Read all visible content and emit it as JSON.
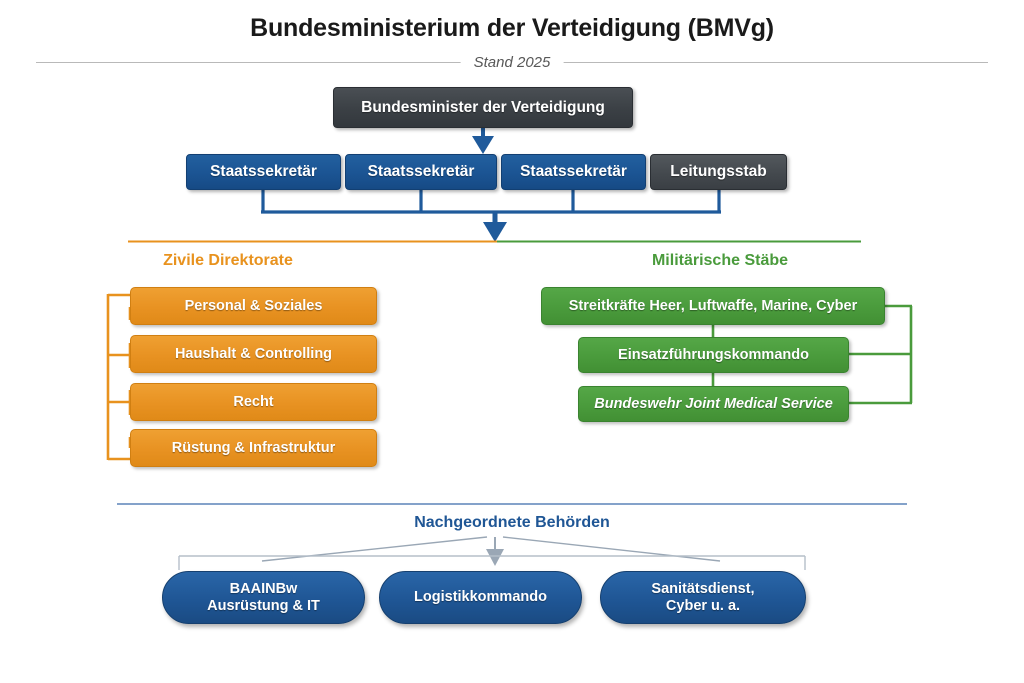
{
  "header": {
    "title": "Bundesministerium der Verteidigung (BMVg)",
    "subtitle": "Stand 2025"
  },
  "top": {
    "minister": "Bundesminister der Verteidigung",
    "second_row": [
      {
        "label": "Staatssekretär",
        "kind": "sek"
      },
      {
        "label": "Staatssekretär",
        "kind": "sek"
      },
      {
        "label": "Staatssekretär",
        "kind": "sek"
      },
      {
        "label": "Leitungsstab",
        "kind": "staff"
      }
    ]
  },
  "civil": {
    "heading": "Zivile Direktorate",
    "items": [
      {
        "label": "Personal & Soziales"
      },
      {
        "label": "Haushalt & Controlling"
      },
      {
        "label": "Recht"
      },
      {
        "label": "Rüstung & Infrastruktur"
      }
    ]
  },
  "military": {
    "heading": "Militärische Stäbe",
    "items": [
      {
        "label": "Streitkräfte Heer, Luftwaffe, Marine, Cyber",
        "italic": false
      },
      {
        "label": "Einsatzführungskommando",
        "italic": false
      },
      {
        "label": "Bundeswehr Joint Medical Service",
        "italic": true
      }
    ]
  },
  "agencies": {
    "heading": "Nachgeordnete Behörden",
    "items": [
      {
        "line1": "BAAINBw",
        "line2": "Ausrüstung & IT"
      },
      {
        "line1": "Logistikkommando",
        "line2": ""
      },
      {
        "line1": "Sanitätsdienst,",
        "line2": "Cyber u. a."
      }
    ]
  },
  "colors": {
    "minister_gray": "#3B4045",
    "staff_gray": "#44494E",
    "blue": "#1B5493",
    "orange": "#E8921E",
    "green": "#4A9B3C",
    "agency_blue": "#1F5695",
    "rule_gray": "#B9B9B9",
    "connector_blue": "#1F5A9B",
    "connector_gray": "#9AA7B5"
  }
}
